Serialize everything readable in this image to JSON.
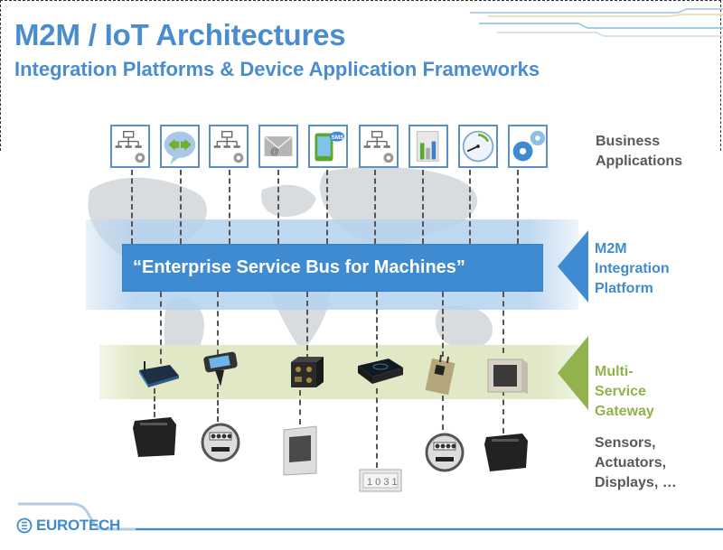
{
  "title": "M2M / IoT Architectures",
  "subtitle": "Integration Platforms & Device Application Frameworks",
  "business_apps": {
    "label_line1": "Business",
    "label_line2": "Applications",
    "icons": [
      {
        "name": "network-gear-icon"
      },
      {
        "name": "chat-exchange-icon"
      },
      {
        "name": "network-gear-icon"
      },
      {
        "name": "email-icon"
      },
      {
        "name": "sms-phone-icon"
      },
      {
        "name": "network-gear-icon"
      },
      {
        "name": "report-chart-icon"
      },
      {
        "name": "gauge-icon"
      },
      {
        "name": "gears-icon"
      }
    ],
    "sms_badge": "SMS"
  },
  "integration_platform": {
    "bus_text": "“Enterprise Service Bus for Machines”",
    "label_line1": "M2M",
    "label_line2": "Integration",
    "label_line3": "Platform"
  },
  "gateway": {
    "label_line1": "Multi-",
    "label_line2": "Service",
    "label_line3": "Gateway",
    "devices": [
      "router-device",
      "handheld-device",
      "rugged-computer",
      "gateway-box",
      "portable-gateway",
      "touch-panel-gateway"
    ]
  },
  "sensors": {
    "label_line1": "Sensors,",
    "label_line2": "Actuators,",
    "label_line3": "Displays, …",
    "devices": [
      "io-module",
      "utility-meter",
      "wall-display",
      "counter-display",
      "utility-meter",
      "io-module"
    ]
  },
  "footer": {
    "brand": "EUROTECH"
  },
  "colors": {
    "brand_blue": "#4a8dcf",
    "bus_blue": "#3f8bd2",
    "gateway_green": "#8fb34a",
    "label_gray": "#595959"
  }
}
